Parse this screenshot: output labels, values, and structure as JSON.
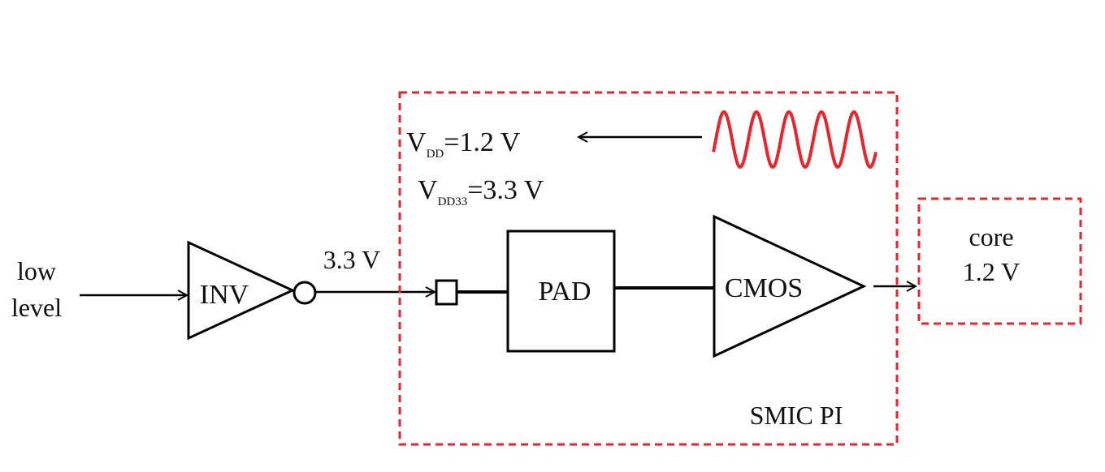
{
  "input": {
    "line1": "low",
    "line2": "level"
  },
  "inverter": {
    "label": "INV",
    "output_voltage": "3.3 V"
  },
  "smic_block": {
    "vdd": {
      "main": "V",
      "sub": "DD",
      "value": "=1.2 V"
    },
    "vdd33": {
      "main": "V",
      "sub": "DD33",
      "value": "=3.3 V"
    },
    "pad_label": "PAD",
    "cmos_label": "CMOS",
    "title": "SMIC PI"
  },
  "core": {
    "line1": "core",
    "line2": "1.2 V"
  },
  "colors": {
    "dashed_border": "#e8252b",
    "noise_wave": "#e8252b",
    "lines": "#000000"
  }
}
